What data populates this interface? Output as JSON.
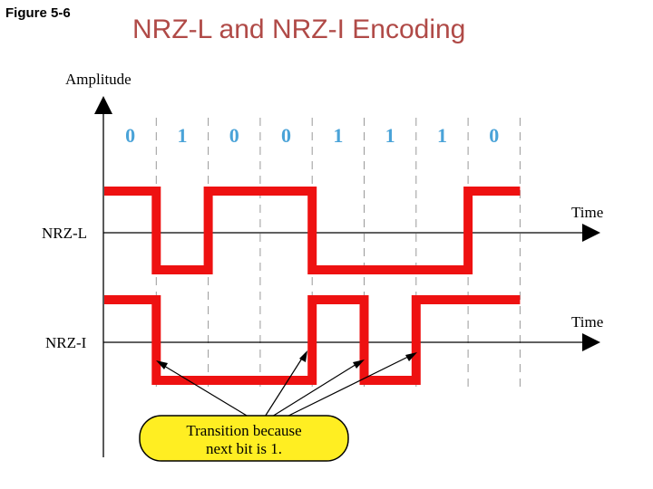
{
  "figure_label": "Figure 5-6",
  "title": "NRZ-L and NRZ-I Encoding",
  "axis": {
    "y_label": "Amplitude",
    "time_label": "Time"
  },
  "bits": [
    "0",
    "1",
    "0",
    "0",
    "1",
    "1",
    "1",
    "0"
  ],
  "signals": [
    {
      "name": "NRZ-L",
      "levels": [
        "high",
        "low",
        "high",
        "high",
        "low",
        "low",
        "low",
        "high"
      ]
    },
    {
      "name": "NRZ-I",
      "levels": [
        "high",
        "low",
        "low",
        "low",
        "high",
        "low",
        "high",
        "high"
      ]
    }
  ],
  "callout": {
    "line1": "Transition because",
    "line2": "next bit is 1."
  },
  "colors": {
    "signal": "#ee1111",
    "bits": "#4aa3d8",
    "callout_fill": "#ffee22",
    "title": "#b04a47"
  }
}
